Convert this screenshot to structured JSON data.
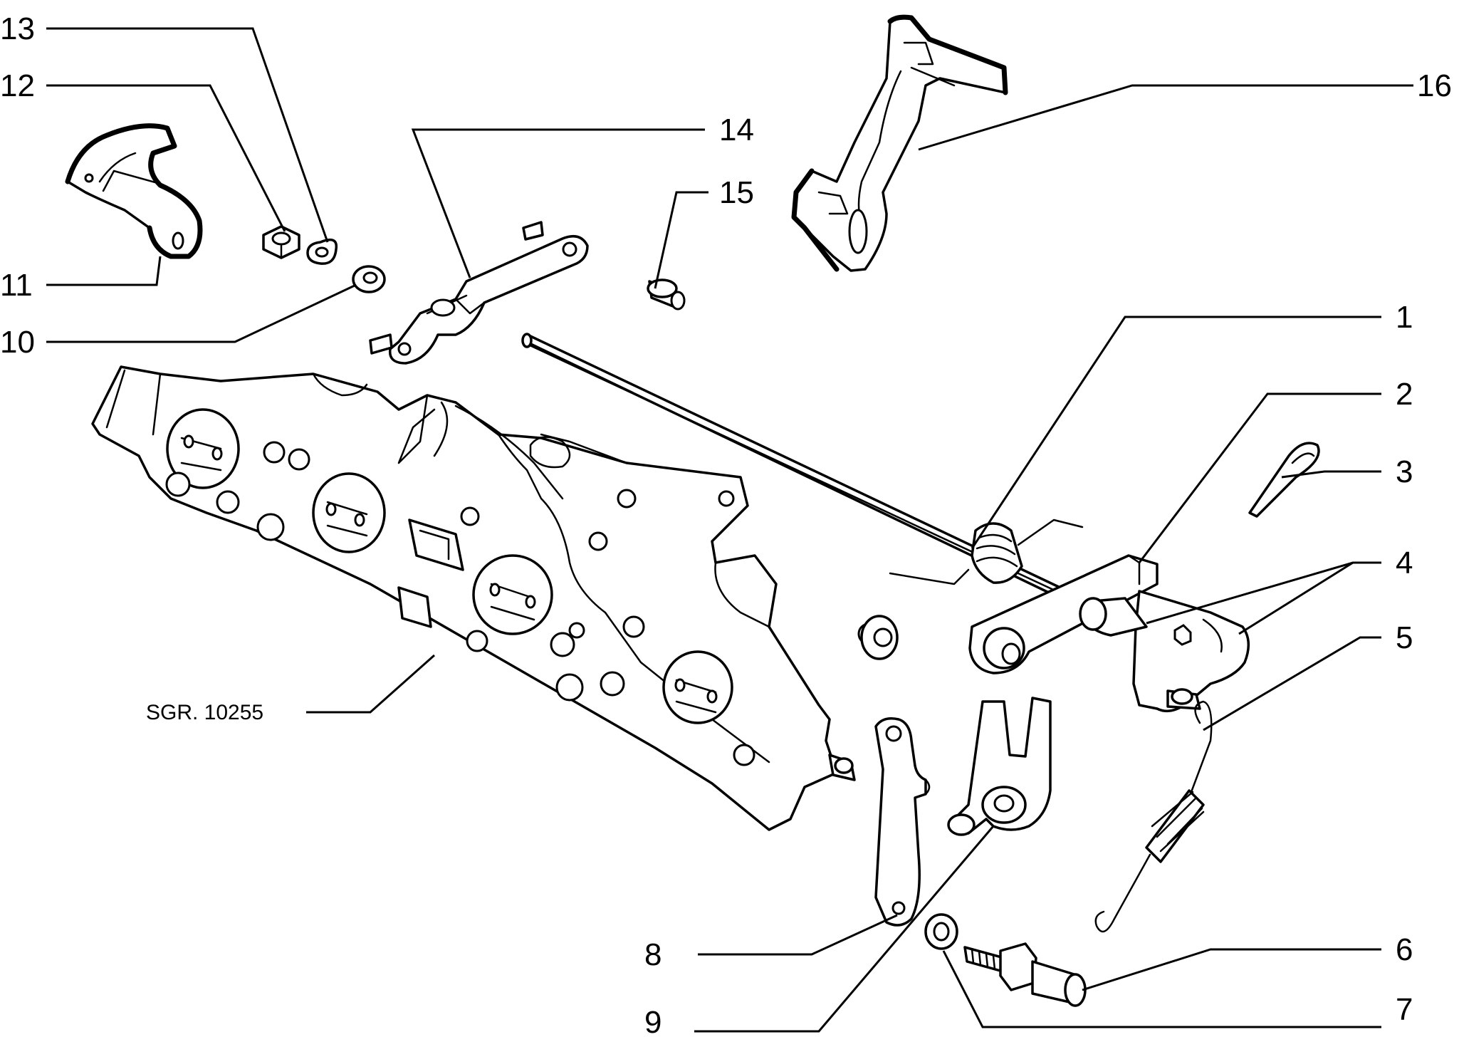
{
  "diagram": {
    "reference_code": "SGR. 10255",
    "callouts": {
      "c1": "1",
      "c2": "2",
      "c3": "3",
      "c4": "4",
      "c5": "5",
      "c6": "6",
      "c7": "7",
      "c8": "8",
      "c9": "9",
      "c10": "10",
      "c11": "11",
      "c12": "12",
      "c13": "13",
      "c14": "14",
      "c15": "15",
      "c16": "16"
    }
  }
}
